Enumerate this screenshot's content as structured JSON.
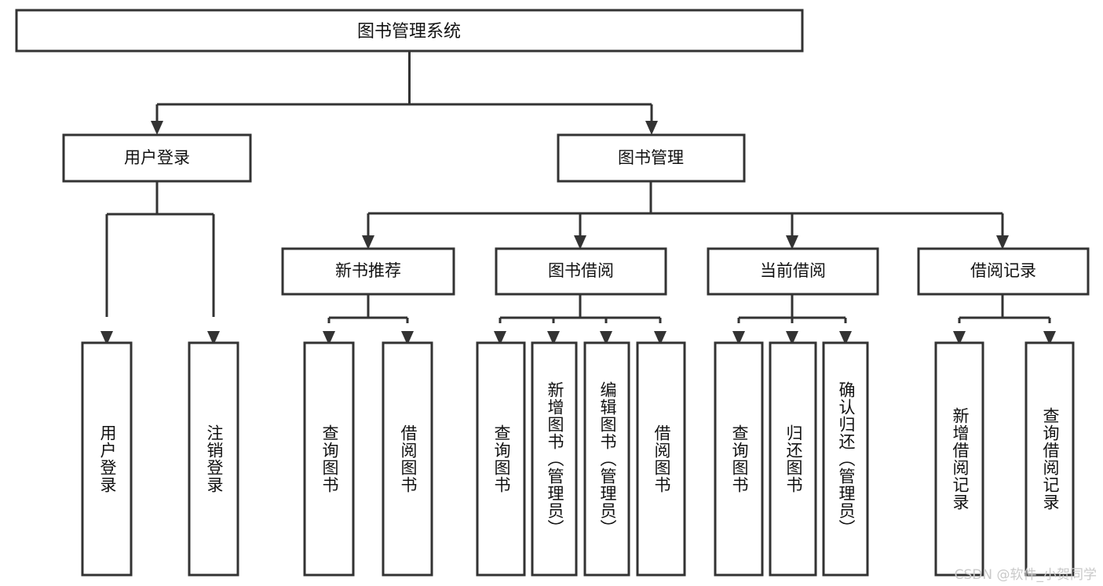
{
  "diagram": {
    "type": "tree",
    "title": "图书管理系统",
    "root": {
      "id": "root",
      "label": "图书管理系统",
      "level": 1
    },
    "level2": [
      {
        "id": "user-login",
        "label": "用户登录"
      },
      {
        "id": "book-manage",
        "label": "图书管理"
      }
    ],
    "level3": [
      {
        "id": "new-book-rec",
        "label": "新书推荐",
        "parent": "book-manage"
      },
      {
        "id": "book-borrow",
        "label": "图书借阅",
        "parent": "book-manage"
      },
      {
        "id": "current-borrow",
        "label": "当前借阅",
        "parent": "book-manage"
      },
      {
        "id": "borrow-record",
        "label": "借阅记录",
        "parent": "book-manage"
      }
    ],
    "leaves": {
      "user-login": [
        {
          "id": "leaf-user-login",
          "label": "用户登录"
        },
        {
          "id": "leaf-user-logout",
          "label": "注销登录"
        }
      ],
      "new-book-rec": [
        {
          "id": "leaf-query-book-1",
          "label": "查询图书"
        },
        {
          "id": "leaf-borrow-book-1",
          "label": "借阅图书"
        }
      ],
      "book-borrow": [
        {
          "id": "leaf-query-book-2",
          "label": "查询图书"
        },
        {
          "id": "leaf-add-book",
          "label": "新增图书（管理员）"
        },
        {
          "id": "leaf-edit-book",
          "label": "编辑图书（管理员）"
        },
        {
          "id": "leaf-borrow-book-2",
          "label": "借阅图书"
        }
      ],
      "current-borrow": [
        {
          "id": "leaf-query-book-3",
          "label": "查询图书"
        },
        {
          "id": "leaf-return-book",
          "label": "归还图书"
        },
        {
          "id": "leaf-confirm-return",
          "label": "确认归还（管理员）"
        }
      ],
      "borrow-record": [
        {
          "id": "leaf-add-record",
          "label": "新增借阅记录"
        },
        {
          "id": "leaf-query-record",
          "label": "查询借阅记录"
        }
      ]
    },
    "colors": {
      "stroke": "#333333",
      "fill": "#ffffff",
      "text": "#111111",
      "watermark": "#c9c9c9"
    }
  },
  "watermark": {
    "text": "CSDN @软件_小贺同学"
  }
}
